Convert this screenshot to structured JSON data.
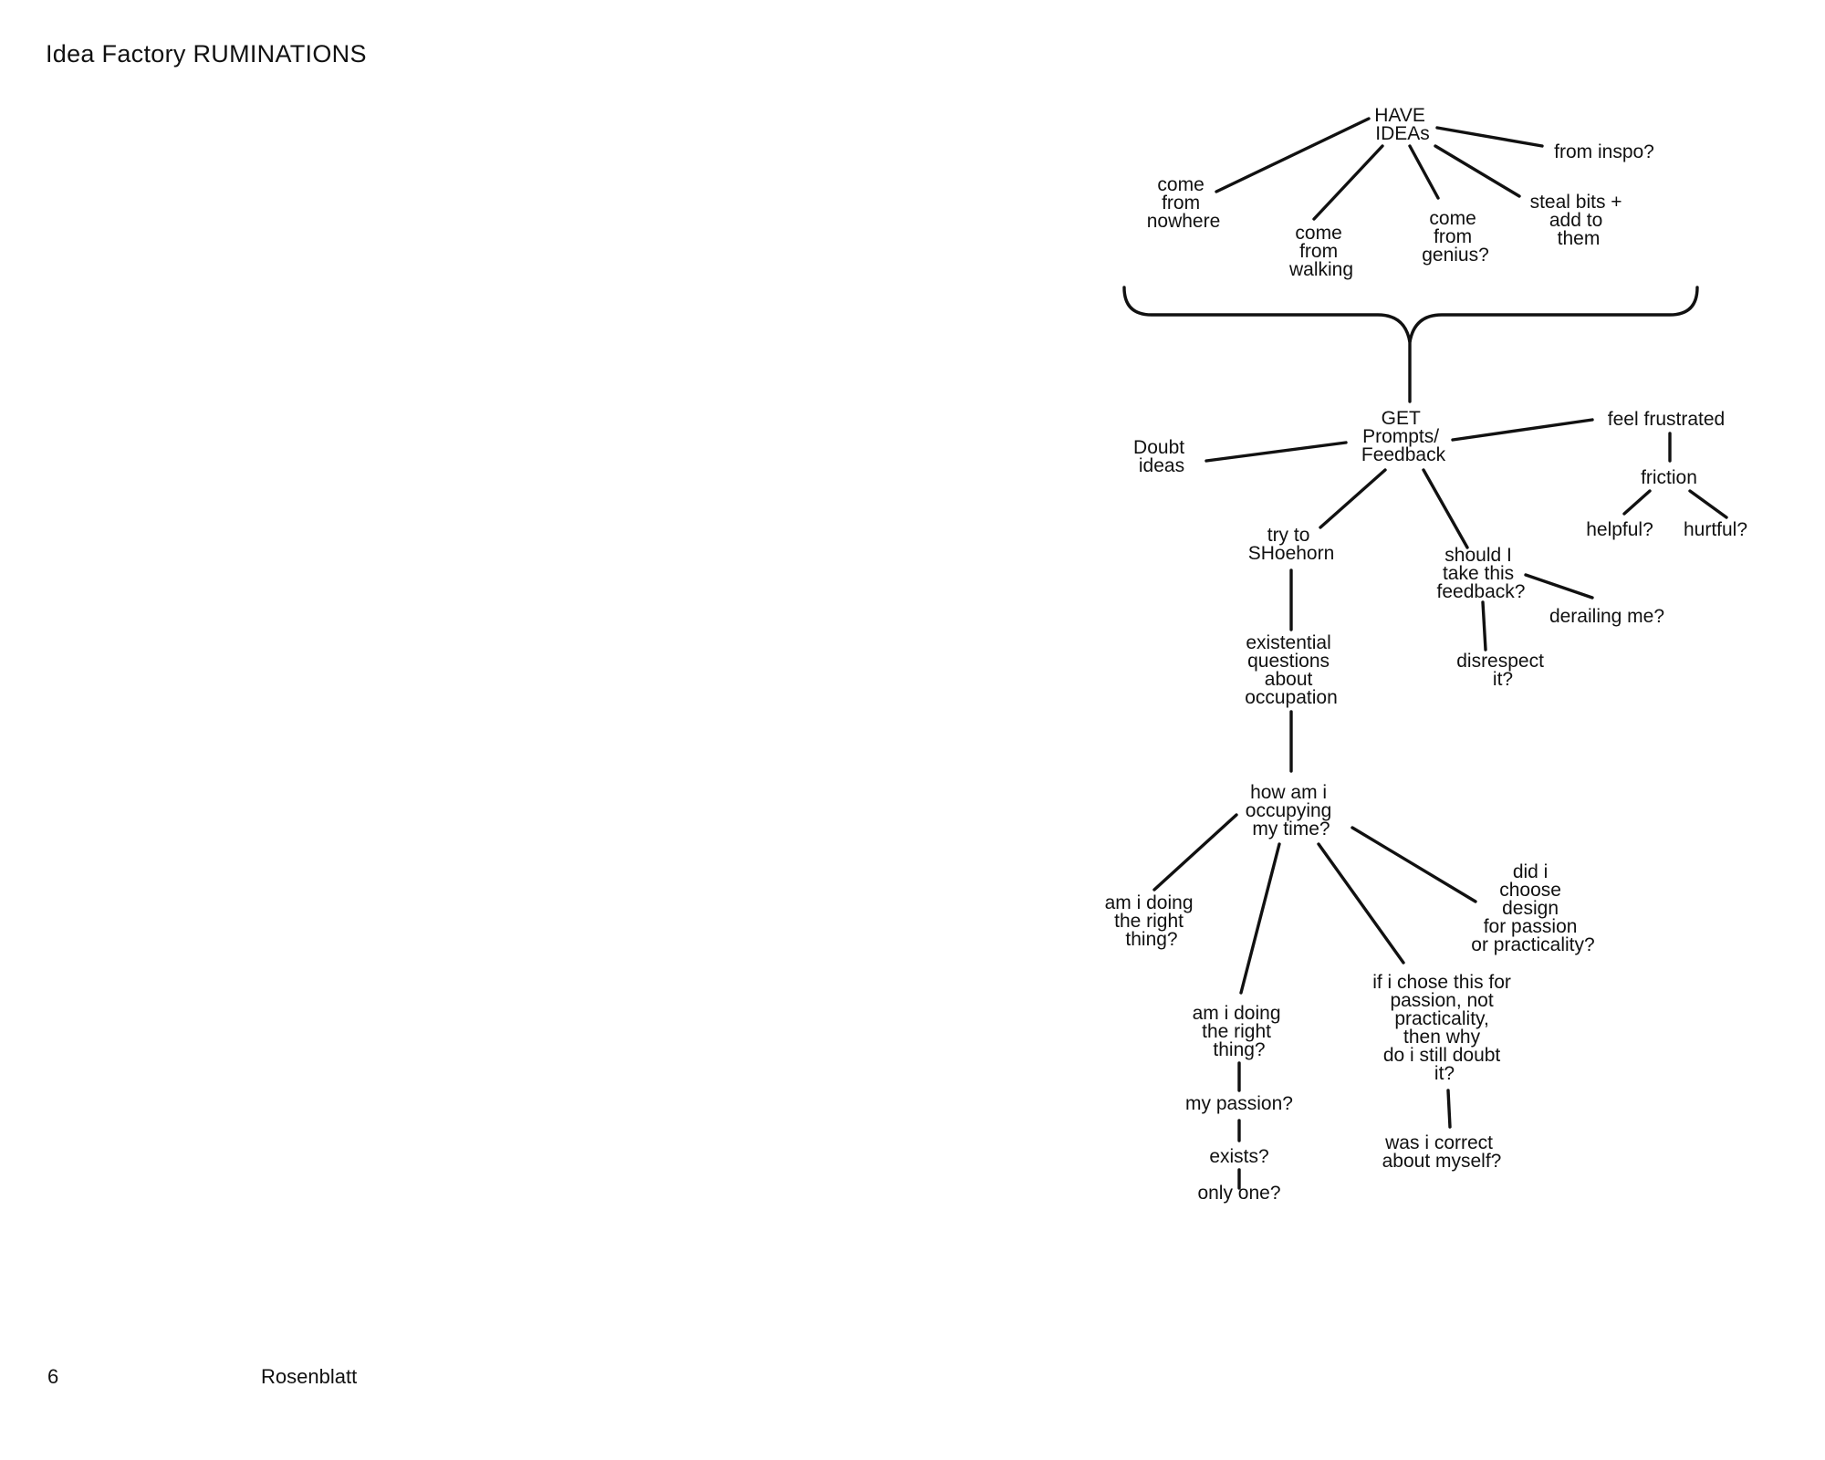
{
  "header": {
    "title": "Idea Factory RUMINATIONS"
  },
  "footer": {
    "page_number": "6",
    "author": "Rosenblatt"
  },
  "nodes": {
    "have_ideas": [
      "HAVE",
      "IDEAs"
    ],
    "from_inspo": [
      "from inspo?"
    ],
    "come_from_nowhere": [
      "come",
      "from",
      "nowhere"
    ],
    "come_from_walking": [
      "come",
      "from",
      "walking"
    ],
    "come_from_genius": [
      "come",
      "from",
      "genius?"
    ],
    "steal_bits": [
      "steal bits +",
      "add to",
      "them"
    ],
    "get_prompts": [
      "GET",
      "Prompts/",
      "Feedback"
    ],
    "doubt_ideas": [
      "Doubt",
      "ideas"
    ],
    "feel_frustrated": [
      "feel frustrated"
    ],
    "friction": [
      "friction"
    ],
    "helpful": [
      "helpful?"
    ],
    "hurtful": [
      "hurtful?"
    ],
    "try_to_shoehorn": [
      "try to",
      "SHoehorn"
    ],
    "should_i_take": [
      "should I",
      "take this",
      "feedback?"
    ],
    "derailing_me": [
      "derailing me?"
    ],
    "disrespect_it": [
      "disrespect",
      "it?"
    ],
    "existential_questions": [
      "existential",
      "questions",
      "about",
      "occupation"
    ],
    "how_am_i_occupying": [
      "how am i",
      "occupying",
      "my time?"
    ],
    "right_thing_left": [
      "am i doing",
      "the right",
      "thing?"
    ],
    "did_i_choose_design": [
      "did i",
      "choose",
      "design",
      "for passion",
      "or practicality?"
    ],
    "if_i_chose_this": [
      "if i chose this for",
      "passion, not",
      "practicality,",
      "then why",
      "do i still doubt",
      "it?"
    ],
    "right_thing_center": [
      "am i doing",
      "the right",
      "thing?"
    ],
    "my_passion": [
      "my passion?"
    ],
    "exists": [
      "exists?"
    ],
    "only_one": [
      "only one?"
    ],
    "was_i_correct": [
      "was i correct",
      "about myself?"
    ]
  }
}
